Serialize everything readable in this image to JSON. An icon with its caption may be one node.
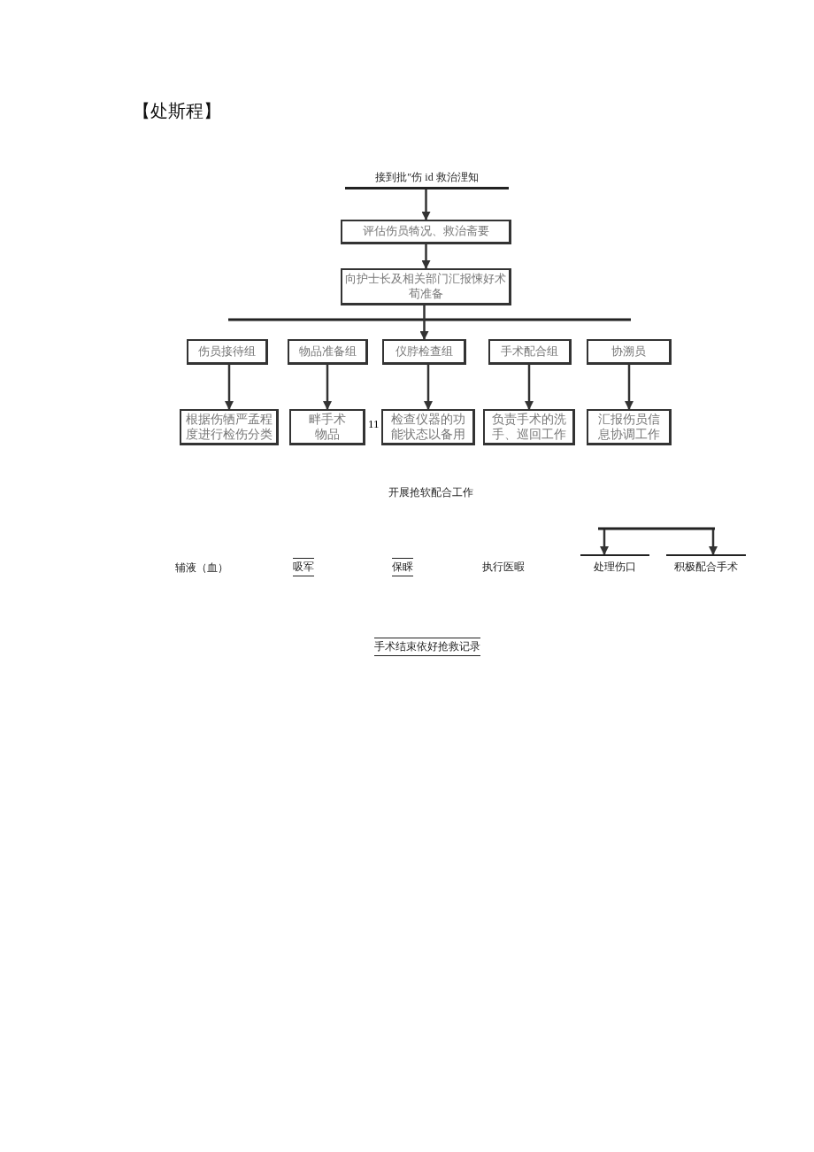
{
  "diagram": {
    "title": "【处斯程】",
    "nodes": [
      {
        "text": [
          "接到批″伤 id 救治浬知"
        ]
      },
      {
        "text": [
          "评估伤员犄况、救治斋要"
        ]
      },
      {
        "text": [
          "向护士长及相关部门汇报悚好术荀准备"
        ]
      },
      {
        "text": [
          "伤员接待组"
        ]
      },
      {
        "text": [
          "物品准备组"
        ]
      },
      {
        "text": [
          "仪脖检查组"
        ]
      },
      {
        "text": [
          "手术配合组"
        ]
      },
      {
        "text": [
          "协溯员"
        ]
      },
      {
        "text": [
          "根据伤牺严孟程度进行检伤分类"
        ]
      },
      {
        "text": [
          "畔手术物品"
        ]
      },
      {
        "text": [
          "检查仪器的功能状态以备用"
        ]
      },
      {
        "text": [
          "负责手术的洗手、巡回工作"
        ]
      },
      {
        "text": [
          "汇报伤员信息协调工作"
        ]
      },
      {
        "text": [
          "处理伤口"
        ]
      },
      {
        "text": [
          "积极配合手术"
        ]
      }
    ],
    "edges": [
      {
        "from": 0,
        "to": 1,
        "arrow": "to"
      },
      {
        "from": 1,
        "to": 2,
        "arrow": "to"
      },
      {
        "from": 2,
        "to": 5,
        "arrow": "to"
      },
      {
        "from": 3,
        "to": 8,
        "arrow": "to"
      },
      {
        "from": 4,
        "to": 9,
        "arrow": "to"
      },
      {
        "from": 5,
        "to": 10,
        "arrow": "to"
      },
      {
        "from": 6,
        "to": 11,
        "arrow": "to"
      },
      {
        "from": 7,
        "to": 12,
        "arrow": "to"
      },
      {
        "from": null,
        "to": 13,
        "arrow": "to"
      },
      {
        "from": null,
        "to": 14,
        "arrow": "to"
      }
    ],
    "labels": [
      "11",
      "开展抢软配合工作",
      "辅液（血）",
      "吸军",
      "保睬",
      "执行医暇",
      "手术结束依好抢救记录"
    ]
  }
}
